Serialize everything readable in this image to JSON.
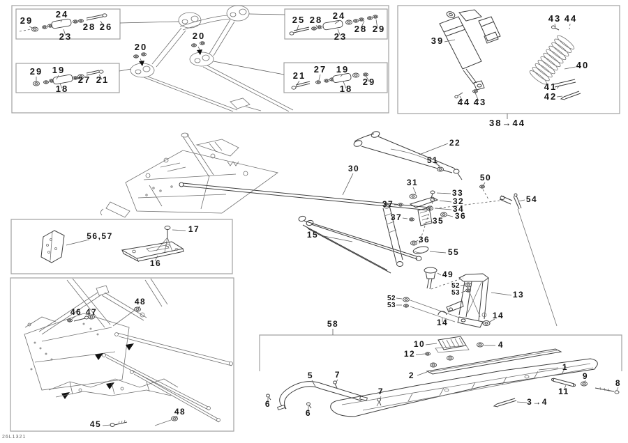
{
  "footer": {
    "code": "26L1321"
  },
  "callouts": {
    "c1": "1",
    "c2": "2",
    "c3_4": "3→4",
    "c4": "4",
    "c5": "5",
    "c6": "6",
    "c7": "7",
    "c8": "8",
    "c9": "9",
    "c10": "10",
    "c11": "11",
    "c12": "12",
    "c13": "13",
    "c14": "14",
    "c15": "15",
    "c16": "16",
    "c17": "17",
    "c18": "18",
    "c19": "19",
    "c20": "20",
    "c21": "21",
    "c22": "22",
    "c23": "23",
    "c24": "24",
    "c25": "25",
    "c26": "26",
    "c27": "27",
    "c28": "28",
    "c29": "29",
    "c30": "30",
    "c31": "31",
    "c32": "32",
    "c33": "33",
    "c34": "34",
    "c35": "35",
    "c36": "36",
    "c37": "37",
    "c38_44": "38→44",
    "c39": "39",
    "c40": "40",
    "c41": "41",
    "c42": "42",
    "c43": "43",
    "c44": "44",
    "c45": "45",
    "c46": "46",
    "c47": "47",
    "c48": "48",
    "c49": "49",
    "c50": "50",
    "c51": "51",
    "c52": "52",
    "c53": "53",
    "c54": "54",
    "c55": "55",
    "c56_57": "56,57",
    "c58": "58"
  }
}
